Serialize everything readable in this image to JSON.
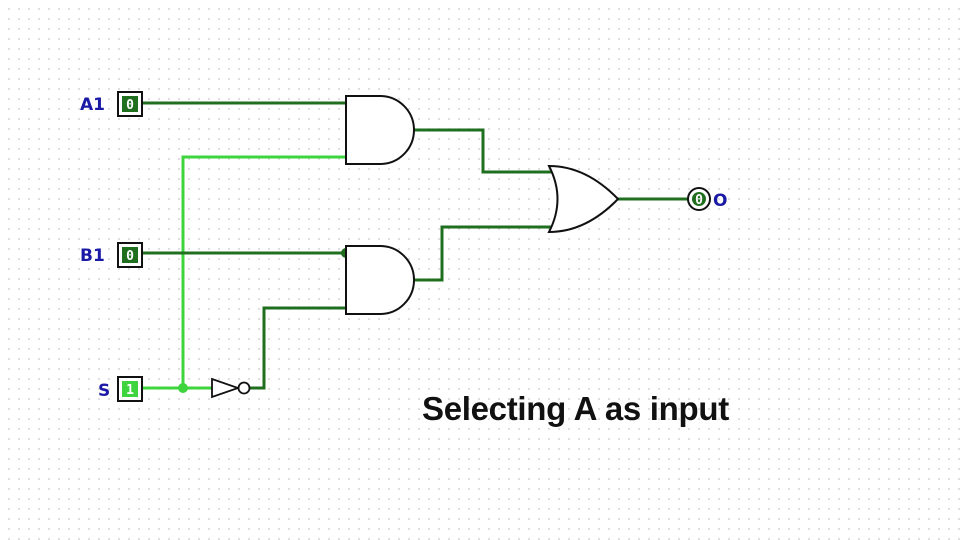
{
  "caption": "Selecting A as input",
  "inputs": [
    {
      "id": "A",
      "label": "A1",
      "value": "0"
    },
    {
      "id": "B",
      "label": "B1",
      "value": "0"
    },
    {
      "id": "S",
      "label": "S",
      "value": "1"
    }
  ],
  "output": {
    "label": "O",
    "value": "0"
  },
  "colors": {
    "wire_low": "#1f6f1f",
    "wire_high": "#3ed43e",
    "label": "#1a1aa6",
    "gate_stroke": "#111111"
  }
}
